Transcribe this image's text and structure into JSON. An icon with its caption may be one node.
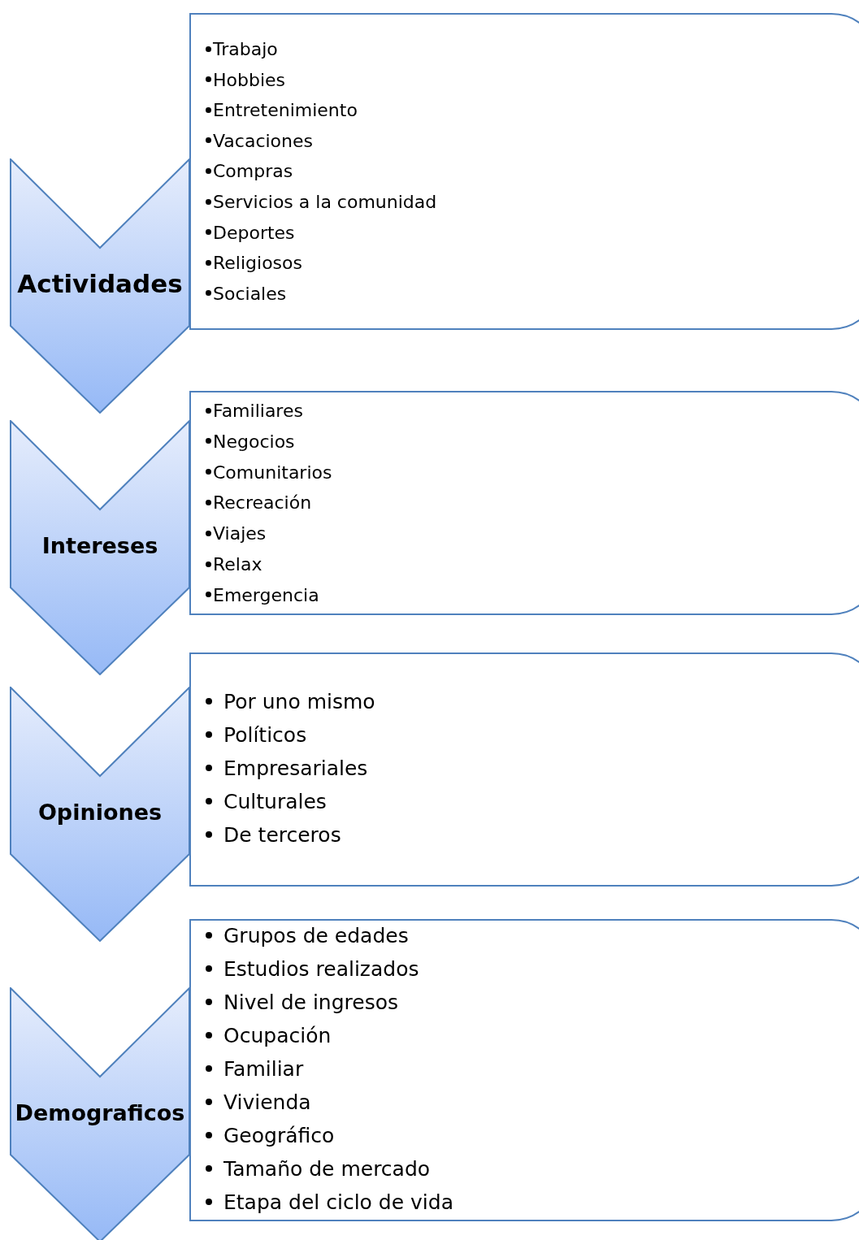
{
  "diagram": {
    "nodes": [
      {
        "text": [
          "Actividades"
        ]
      },
      {
        "text": [
          "Trabajo",
          "Hobbies",
          "Entretenimiento",
          "Vacaciones",
          "Compras",
          "Servicios a la comunidad",
          "Deportes",
          "Religiosos",
          "Sociales"
        ]
      },
      {
        "text": [
          "Intereses"
        ]
      },
      {
        "text": [
          "Familiares",
          "Negocios",
          "Comunitarios",
          "Recreación",
          "Viajes",
          "Relax",
          "Emergencia"
        ]
      },
      {
        "text": [
          "Opiniones"
        ]
      },
      {
        "text": [
          "Por uno mismo",
          "Políticos",
          "Empresariales",
          "Culturales",
          "De terceros"
        ]
      },
      {
        "text": [
          "Demograficos"
        ]
      },
      {
        "text": [
          "Grupos de edades",
          "Estudios realizados",
          "Nivel de ingresos",
          "Ocupación",
          "Familiar",
          "Vivienda",
          "Geográfico",
          "Tamaño de mercado",
          "Etapa del ciclo de vida"
        ]
      }
    ]
  }
}
